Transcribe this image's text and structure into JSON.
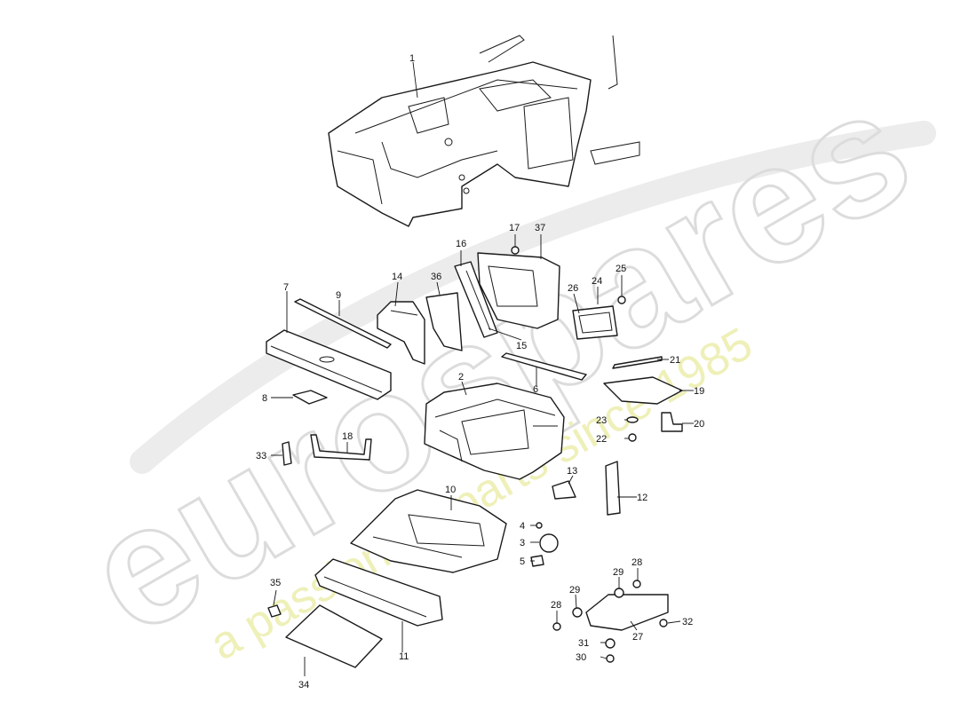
{
  "watermark": {
    "logo_text": "eurospares",
    "tagline": "a passion for parts since 1985"
  },
  "callouts": [
    {
      "id": "1",
      "label": "1"
    },
    {
      "id": "2",
      "label": "2"
    },
    {
      "id": "3",
      "label": "3"
    },
    {
      "id": "4",
      "label": "4"
    },
    {
      "id": "5",
      "label": "5"
    },
    {
      "id": "6",
      "label": "6"
    },
    {
      "id": "7",
      "label": "7"
    },
    {
      "id": "8",
      "label": "8"
    },
    {
      "id": "9",
      "label": "9"
    },
    {
      "id": "10",
      "label": "10"
    },
    {
      "id": "11",
      "label": "11"
    },
    {
      "id": "12",
      "label": "12"
    },
    {
      "id": "13",
      "label": "13"
    },
    {
      "id": "14",
      "label": "14"
    },
    {
      "id": "15",
      "label": "15"
    },
    {
      "id": "16",
      "label": "16"
    },
    {
      "id": "17",
      "label": "17"
    },
    {
      "id": "18",
      "label": "18"
    },
    {
      "id": "19",
      "label": "19"
    },
    {
      "id": "20",
      "label": "20"
    },
    {
      "id": "21",
      "label": "21"
    },
    {
      "id": "22",
      "label": "22"
    },
    {
      "id": "23",
      "label": "23"
    },
    {
      "id": "24",
      "label": "24"
    },
    {
      "id": "25",
      "label": "25"
    },
    {
      "id": "26",
      "label": "26"
    },
    {
      "id": "27",
      "label": "27"
    },
    {
      "id": "28a",
      "label": "28"
    },
    {
      "id": "28b",
      "label": "28"
    },
    {
      "id": "29a",
      "label": "29"
    },
    {
      "id": "29b",
      "label": "29"
    },
    {
      "id": "30",
      "label": "30"
    },
    {
      "id": "31",
      "label": "31"
    },
    {
      "id": "32",
      "label": "32"
    },
    {
      "id": "33",
      "label": "33"
    },
    {
      "id": "34",
      "label": "34"
    },
    {
      "id": "35",
      "label": "35"
    },
    {
      "id": "36",
      "label": "36"
    },
    {
      "id": "37",
      "label": "37"
    }
  ]
}
